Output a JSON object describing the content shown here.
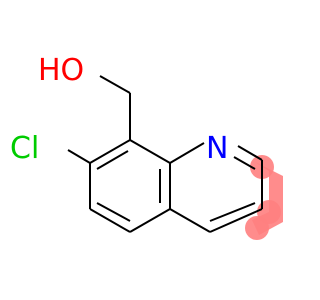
{
  "molecule": {
    "atoms": {
      "hydroxyl": {
        "label": "HO",
        "color": "#ff0000"
      },
      "chlorine": {
        "label": "Cl",
        "color": "#00cc00"
      },
      "nitrogen": {
        "label": "N",
        "color": "#0000ff"
      }
    },
    "bond_color": "#000000",
    "highlight_color": "#ff7f7f"
  }
}
